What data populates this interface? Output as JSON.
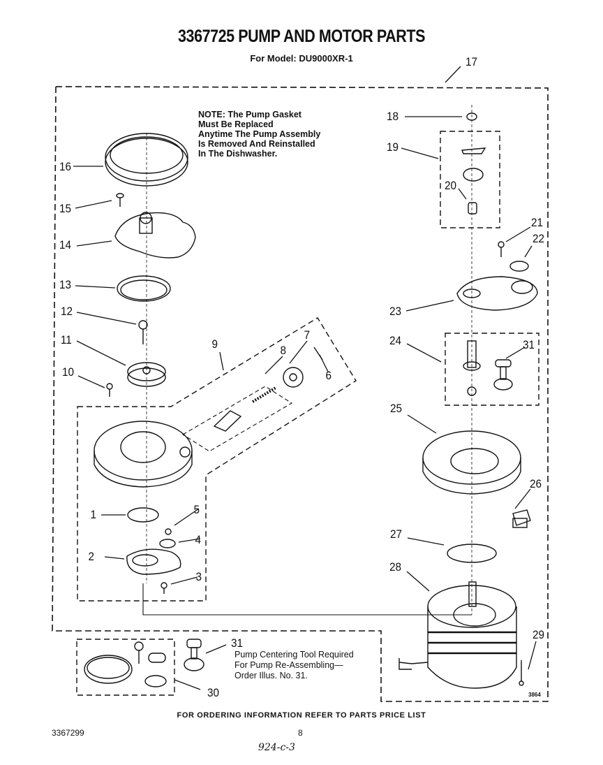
{
  "title": "3367725 PUMP AND MOTOR PARTS",
  "model": "For Model: DU9000XR-1",
  "note_lines": [
    "NOTE: The Pump Gasket",
    "Must Be Replaced",
    "Anytime The Pump Assembly",
    "Is Removed And Reinstalled",
    "In The Dishwasher."
  ],
  "tool_lines": [
    "Pump Centering Tool Required",
    "For Pump Re-Assembling—",
    "Order Illus. No. 31."
  ],
  "ordering_info": "FOR ORDERING INFORMATION REFER TO PARTS PRICE LIST",
  "doc_number": "3367299",
  "page_number": "8",
  "handwritten": "924-c-3",
  "image_number": "3864",
  "callouts": [
    "1",
    "2",
    "3",
    "4",
    "5",
    "6",
    "7",
    "8",
    "9",
    "10",
    "11",
    "12",
    "13",
    "14",
    "15",
    "16",
    "17",
    "18",
    "19",
    "20",
    "21",
    "22",
    "23",
    "24",
    "25",
    "26",
    "27",
    "28",
    "29",
    "30",
    "31"
  ]
}
